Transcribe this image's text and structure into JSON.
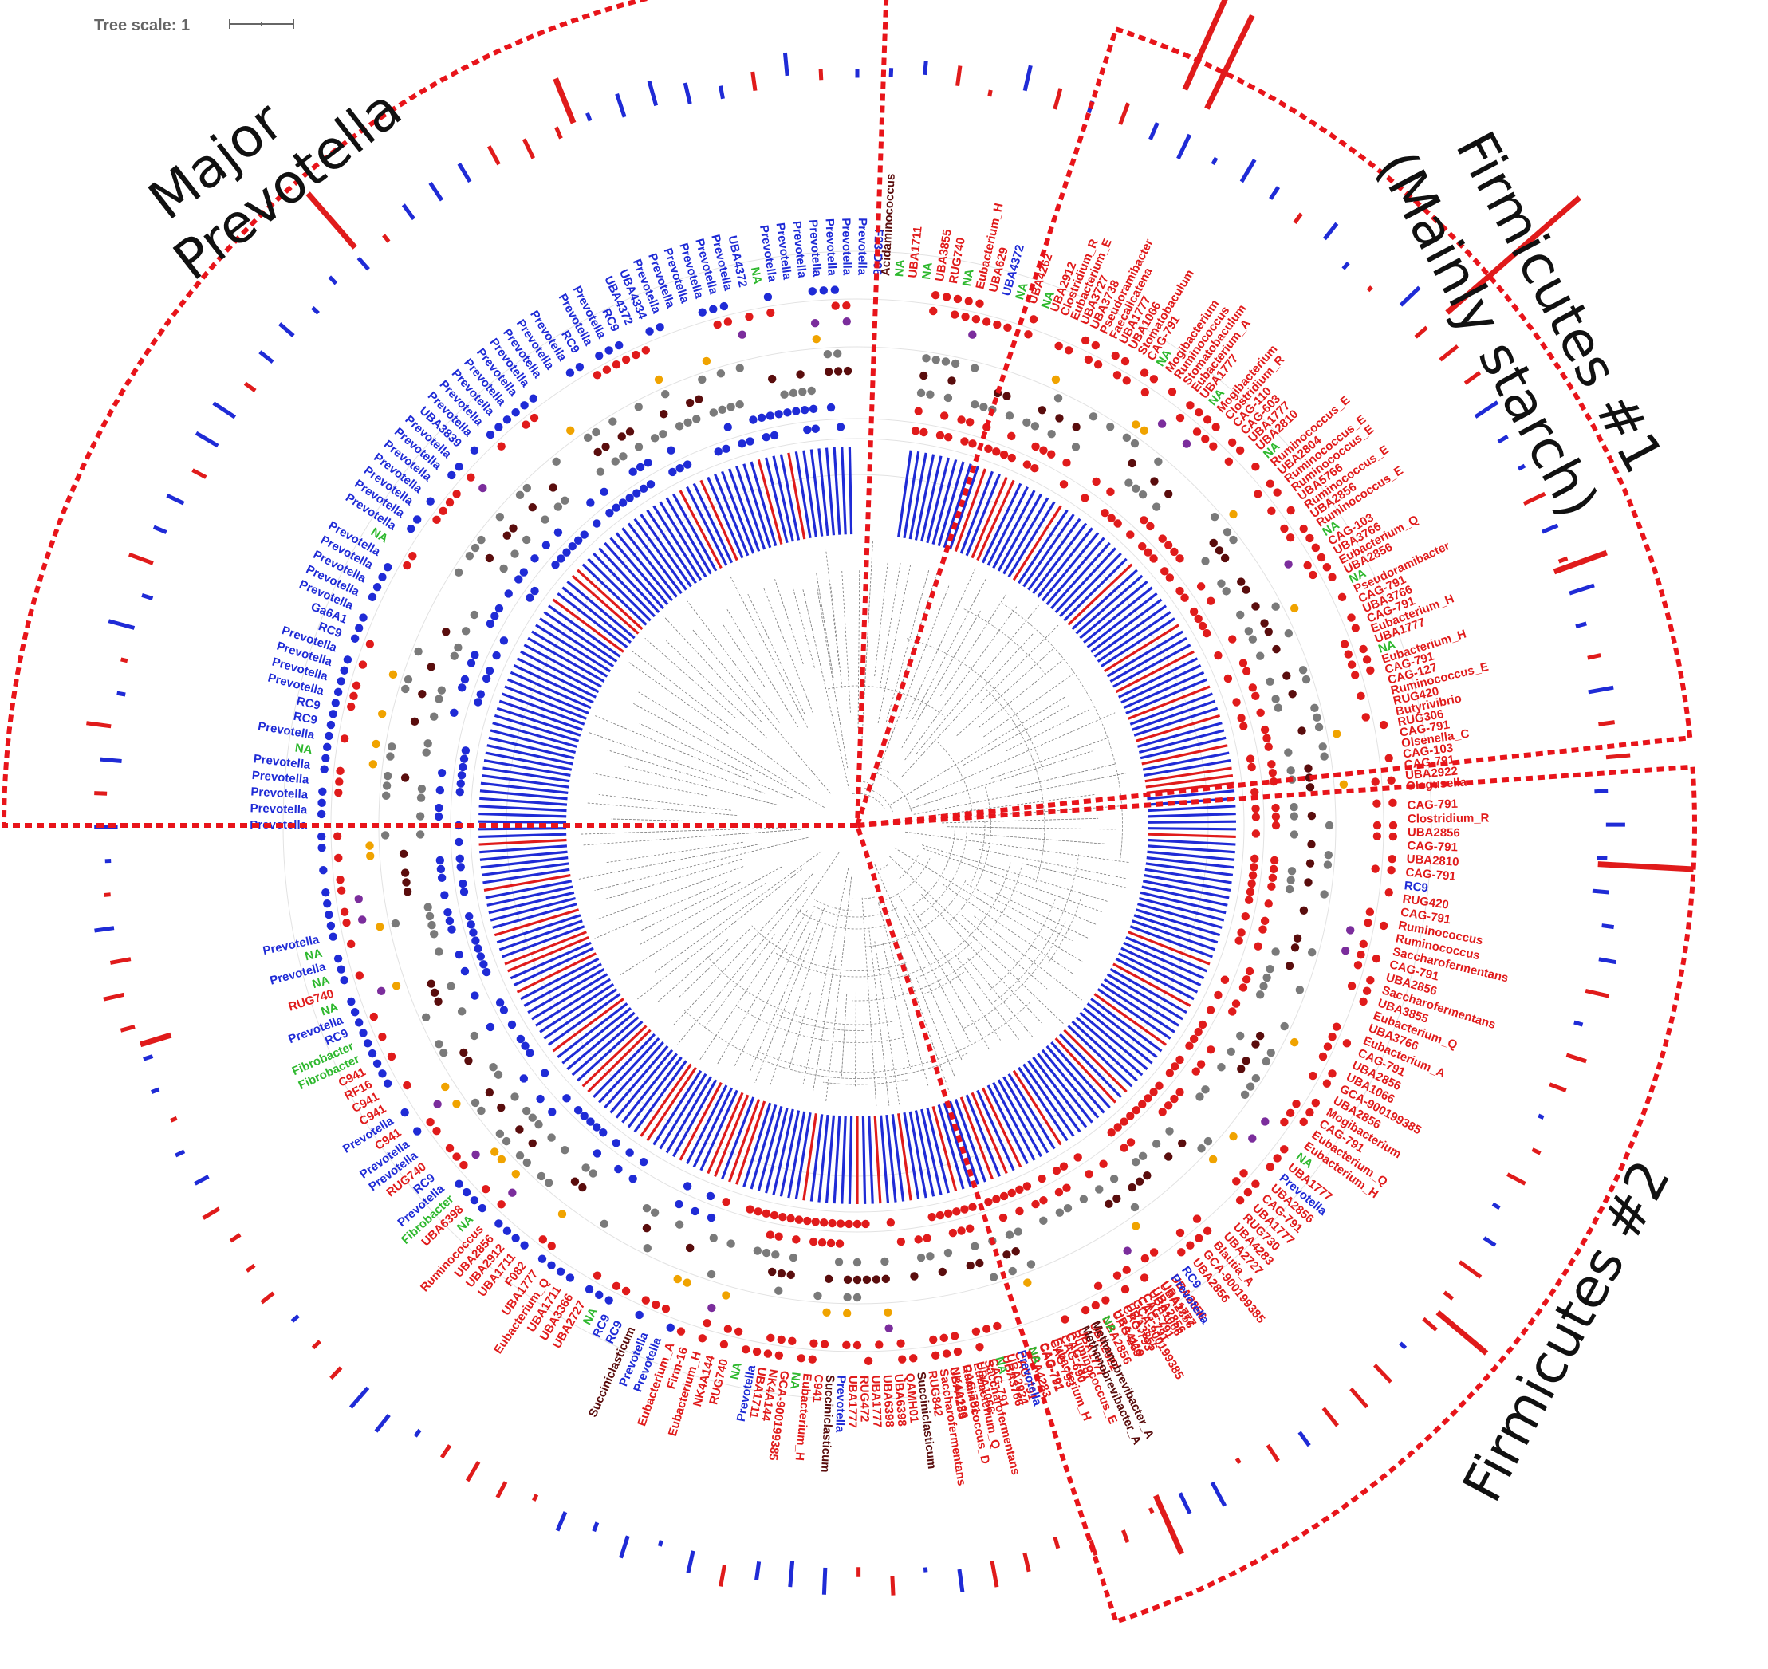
{
  "tree_scale": {
    "label": "Tree scale: 1"
  },
  "colors": {
    "prevotella_blue": "#1f2bd6",
    "firmicutes_red": "#e01b1b",
    "light_pink": "#f4a4a4",
    "na_green": "#2eb82e",
    "olive": "#b5a020",
    "purple": "#7b2d9c",
    "maroon": "#5a0d0d",
    "gray": "#7a7a7a",
    "orange": "#f0a300",
    "border_red": "#e8141a"
  },
  "region_labels": {
    "major": "Major",
    "prevotella": "Prevotella",
    "firm1_line1": "Firmicutes #1",
    "firm1_line2": "(Mainly starch)",
    "firm2": "Firmicutes #2"
  },
  "tips_prevotella": [
    "Prevotella",
    "Prevotella",
    "Prevotella",
    "Prevotella",
    "Prevotella",
    "NA",
    "Prevotella",
    "RC9",
    "RC9",
    "Prevotella",
    "Prevotella",
    "Prevotella",
    "Prevotella",
    "RC9",
    "Ga6A1",
    "Prevotella",
    "Prevotella",
    "Prevotella",
    "Prevotella",
    "Prevotella",
    "NA",
    "Prevotella",
    "Prevotella",
    "Prevotella",
    "Prevotella",
    "Prevotella",
    "Prevotella",
    "Prevotella",
    "UBA3839",
    "Prevotella",
    "Prevotella",
    "Prevotella",
    "Prevotella",
    "Prevotella",
    "Prevotella",
    "Prevotella",
    "Prevotella",
    "Prevotella",
    "RC9",
    "Prevotella",
    "Prevotella",
    "RC9",
    "UBA4372",
    "UBA4334",
    "Prevotella",
    "Prevotella",
    "Prevotella",
    "Prevotella",
    "Prevotella",
    "Prevotella",
    "UBA4372",
    "NA",
    "Prevotella",
    "Prevotella",
    "Prevotella",
    "Prevotella",
    "Prevotella",
    "Prevotella",
    "Prevotella",
    "F23-D06"
  ],
  "tips_top": [
    "Acidaminococcus",
    "NA",
    "UBA1711",
    "NA",
    "UBA3855",
    "RUG740",
    "NA",
    "Eubacterium_H",
    "UBA629",
    "UBA4372",
    "NA",
    "UBA4262",
    "NA"
  ],
  "tips_firm1": [
    "UBA2912",
    "Clostridium_R",
    "Eubacterium_E",
    "UBA3727",
    "UBA3738",
    "Pseudoramibacter",
    "Faecalicatena",
    "UBA1777",
    "UBA1066",
    "Stomatobaculum",
    "CAG-791",
    "NA",
    "Mogibacterium",
    "Ruminococcus",
    "Stomatobaculum",
    "Eubacterium_A",
    "UBA1777",
    "NA",
    "Mogibacterium",
    "Clostridium_R",
    "CAG-110",
    "CAG-603",
    "UBA1777",
    "UBA2810",
    "NA",
    "Ruminococcus_E",
    "UBA2804",
    "Ruminococcus_E",
    "Ruminococcus_E",
    "UBA5766",
    "Ruminococcus_E",
    "UBA2856",
    "Ruminococcus_E",
    "NA",
    "CAG-103",
    "UBA3766",
    "Eubacterium_Q",
    "UBA2856",
    "NA",
    "Pseudoramibacter",
    "CAG-791",
    "UBA3766",
    "CAG-791",
    "Eubacterium_H",
    "UBA1777",
    "NA",
    "Eubacterium_H",
    "CAG-791",
    "CAG-127",
    "Ruminococcus_E",
    "RUG420",
    "Butyrivibrio",
    "RUG306",
    "CAG-791",
    "Olsenella_C",
    "CAG-103",
    "CAG-791",
    "UBA2922",
    "Olegusella"
  ],
  "tips_firm2": [
    "CAG-791",
    "Clostridium_R",
    "UBA2856",
    "CAG-791",
    "UBA2810",
    "CAG-791",
    "RC9",
    "RUG420",
    "CAG-791",
    "Ruminococcus",
    "Ruminococcus",
    "Saccharofermentans",
    "CAG-791",
    "UBA2856",
    "Saccharofermentans",
    "UBA3855",
    "Eubacterium_Q",
    "UBA3766",
    "Eubacterium_A",
    "CAG-791",
    "UBA2856",
    "UBA1066",
    "GCA-900199385",
    "UBA2856",
    "Mogibacterium",
    "CAG-791",
    "Eubacterium_Q",
    "Eubacterium_H",
    "NA",
    "UBA1777",
    "Prevotella",
    "UBA2856",
    "CAG-791",
    "UBA1777",
    "RUG730",
    "UBA4283",
    "UBA2727",
    "Blautia_A",
    "GCA-900199385",
    "UBA2856",
    "RC9",
    "UBA2856",
    "UBA2856",
    "UBA1066",
    "CAG-791",
    "UBA3855",
    "UBA4119",
    "UBA2856",
    "UBA2922",
    "UBA1777",
    "CAG-791",
    "Eubacterium_H",
    "CAG-791",
    "UBA4283",
    "CAG-791",
    "UBA3766",
    "CAG-791",
    "UBA1066",
    "CAG-791",
    "UBA4283"
  ],
  "tips_bottom": [
    "Prevotella",
    "UBA1777",
    "UBA2856",
    "CAG-791",
    "GCA-900199385",
    "CAG-793",
    "CAG-269",
    "NA",
    "Methanobrevibacter_A",
    "Methanobrevibacter_A",
    "Ruminococcus_E",
    "CAG-690",
    "CAG-793",
    "CAG-791",
    "NA",
    "Prevotella",
    "UBA2934",
    "NA",
    "Saccharofermentans",
    "Eubacterium_Q",
    "Ruminococcus_D",
    "NK4A136",
    "Saccharofermentans",
    "RUG842",
    "Succiniclasticum",
    "QAMH01",
    "UBA6398",
    "UBA6398",
    "UBA1777",
    "RUG472",
    "UBA1777",
    "Prevotella",
    "Succiniclasticum",
    "C941",
    "Eubacterium_H",
    "NA",
    "GCA-900199385",
    "NK4A144",
    "UBA1711"
  ],
  "tips_lower_left": [
    "Prevotella",
    "NA",
    "RUG740",
    "NK4A144",
    "Eubacterium_H",
    "Firm-16",
    "Eubacterium_A",
    "Prevotella",
    "Prevotella",
    "Succiniclasticum",
    "RC9",
    "RC9",
    "NA",
    "UBA2727",
    "UBA3366",
    "UBA1711",
    "Eubacterium_Q",
    "UBA1777",
    "F082",
    "UBA1711",
    "UBA2912",
    "UBA2856",
    "Ruminococcus",
    "NA",
    "UBA6398",
    "Fibrobacter",
    "Prevotella",
    "RC9",
    "RUG740",
    "Prevotella",
    "Prevotella",
    "C941",
    "Prevotella",
    "C941",
    "C941",
    "RF16",
    "C941",
    "Fibrobacter",
    "Fibrobacter",
    "RC9",
    "Prevotella",
    "NA",
    "RUG740",
    "NA",
    "Prevotella",
    "NA",
    "Prevotella"
  ]
}
